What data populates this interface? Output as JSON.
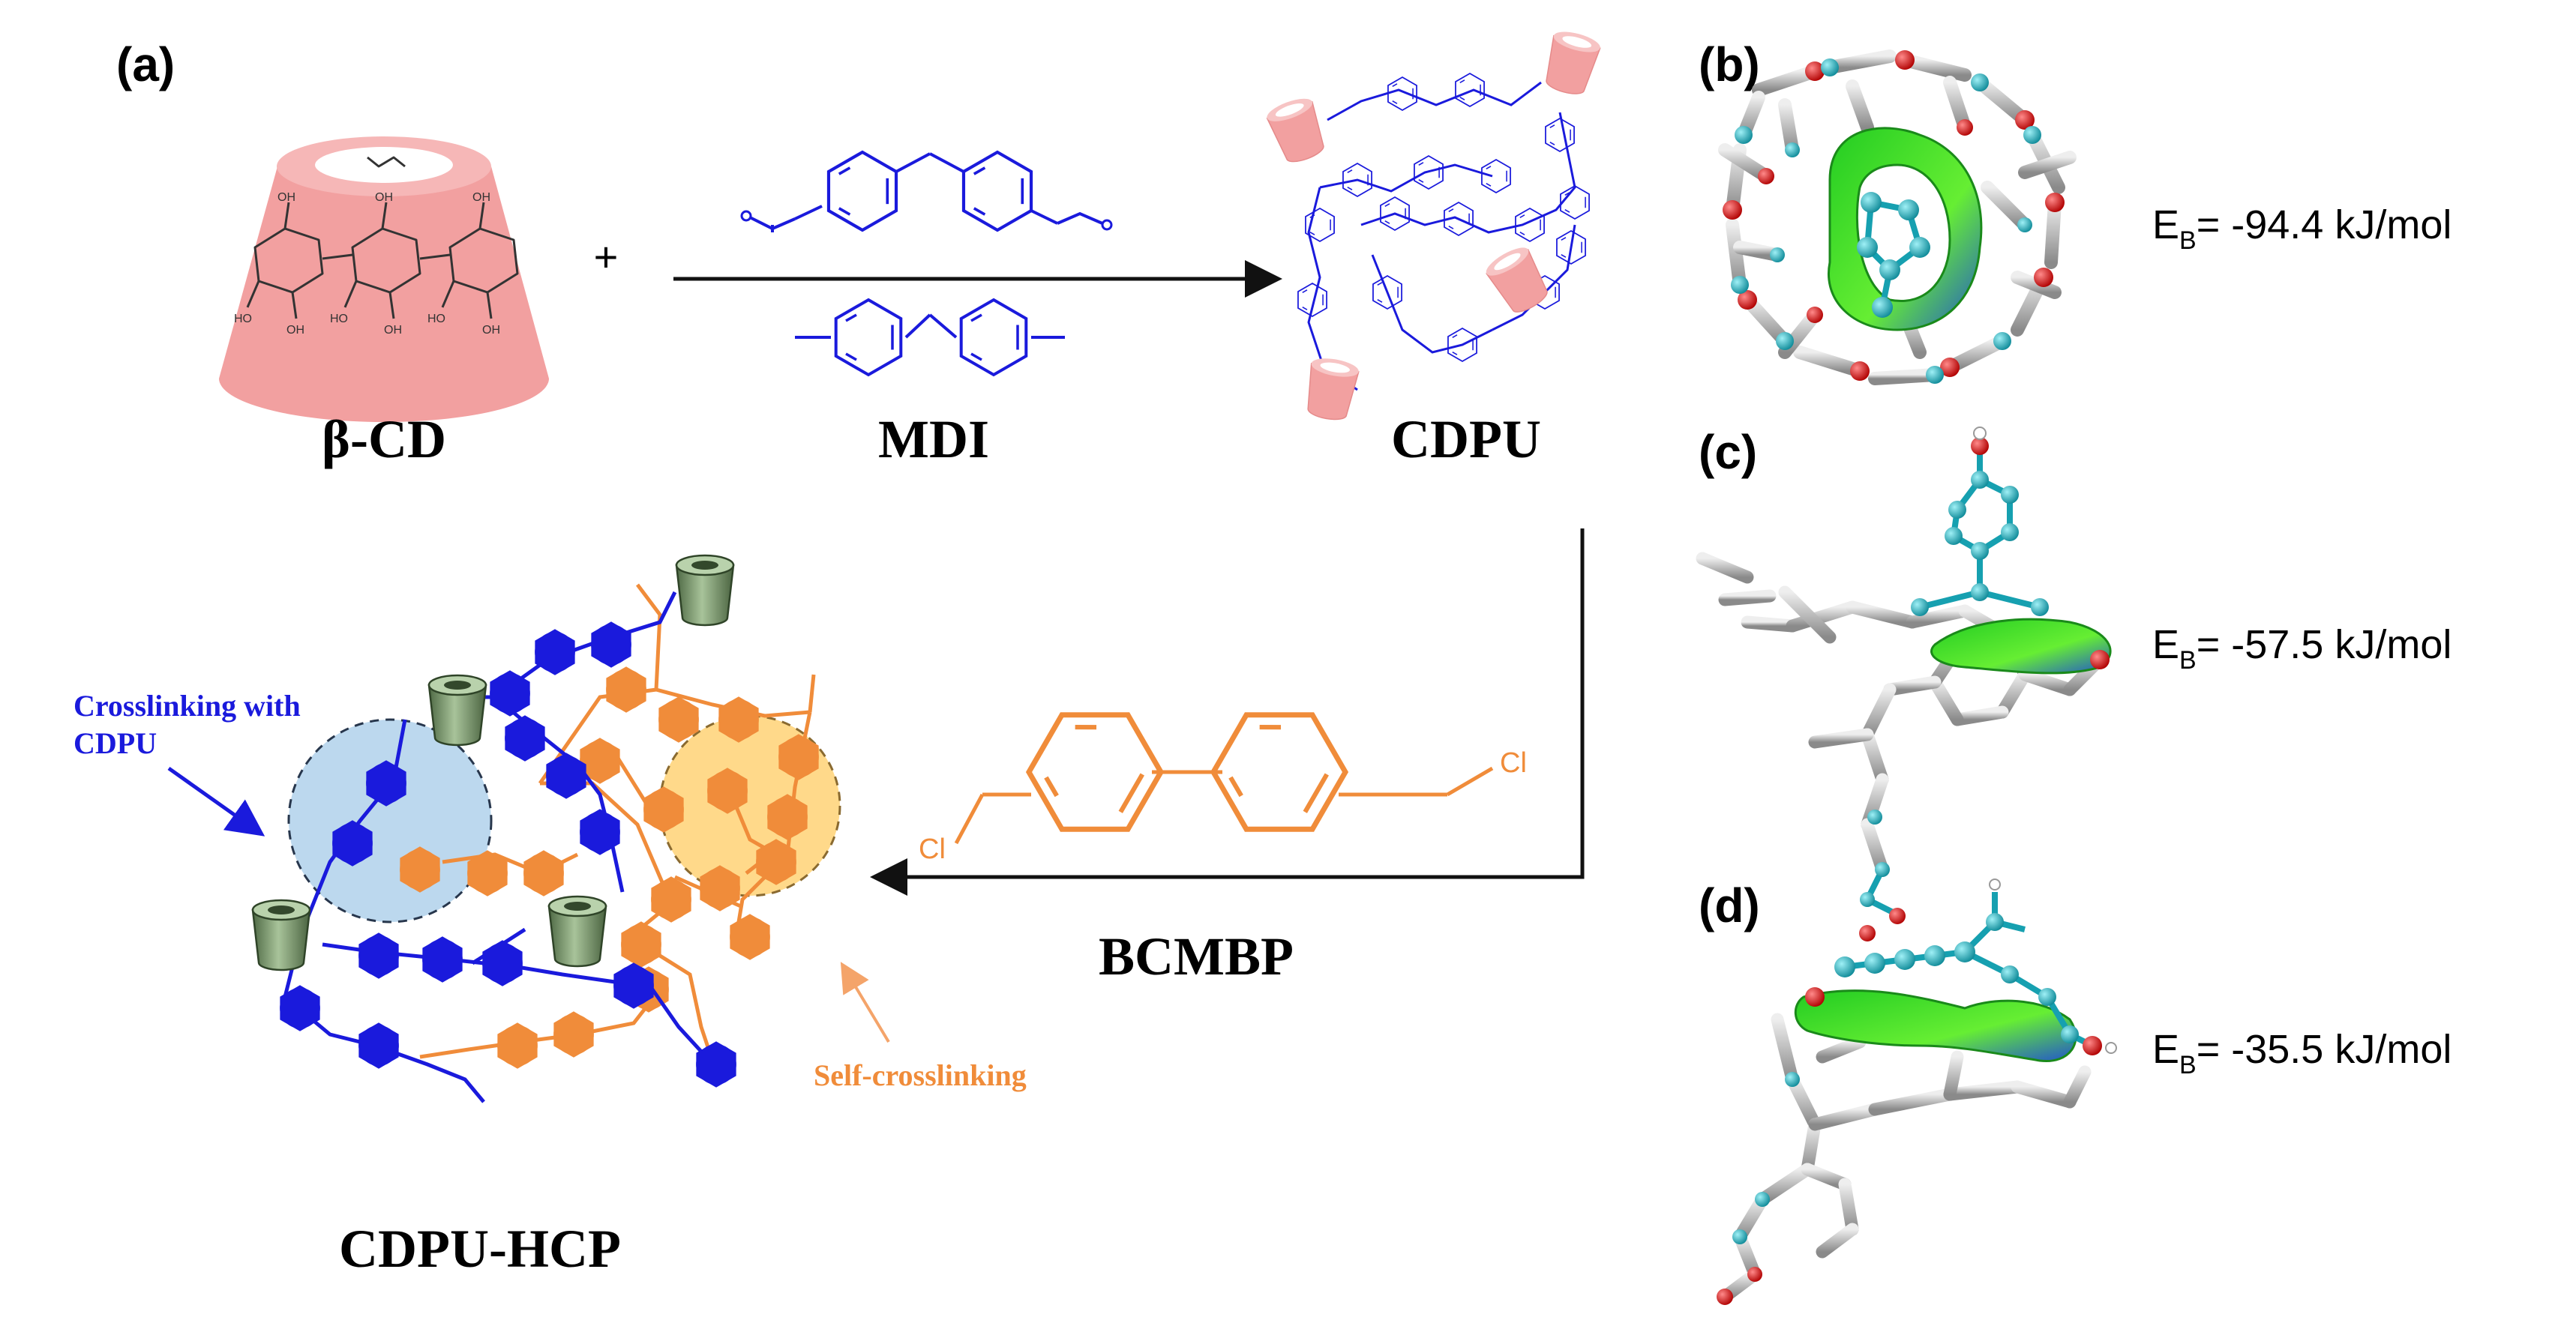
{
  "panels": {
    "a": "(a)",
    "b": "(b)",
    "c": "(c)",
    "d": "(d)"
  },
  "compounds": {
    "beta_cd": "β-CD",
    "mdi": "MDI",
    "cdpu": "CDPU",
    "bcmbp": "BCMBP",
    "cdpu_hcp": "CDPU-HCP"
  },
  "symbols": {
    "plus": "+",
    "cl": "Cl"
  },
  "annotations": {
    "crosslinking_line1": "Crosslinking with",
    "crosslinking_line2": "CDPU",
    "self_crosslinking": "Self-crosslinking"
  },
  "binding_energies": [
    {
      "panel": "b",
      "prefix": "E",
      "subscript": "B",
      "value": "= -94.4 kJ/mol"
    },
    {
      "panel": "c",
      "prefix": "E",
      "subscript": "B",
      "value": "= -57.5 kJ/mol"
    },
    {
      "panel": "d",
      "prefix": "E",
      "subscript": "B",
      "value": "= -35.5 kJ/mol"
    }
  ],
  "colors": {
    "cd_pink": "#f2a0a0",
    "cd_green": "#7a9a6a",
    "mdi_blue": "#1a1adc",
    "bcmbp_orange": "#f08c3a",
    "blue_circle": "#bcd8ee",
    "orange_circle": "#ffd98a",
    "cyan_atom": "#20b0c0",
    "surface_green": "#33dd22"
  }
}
